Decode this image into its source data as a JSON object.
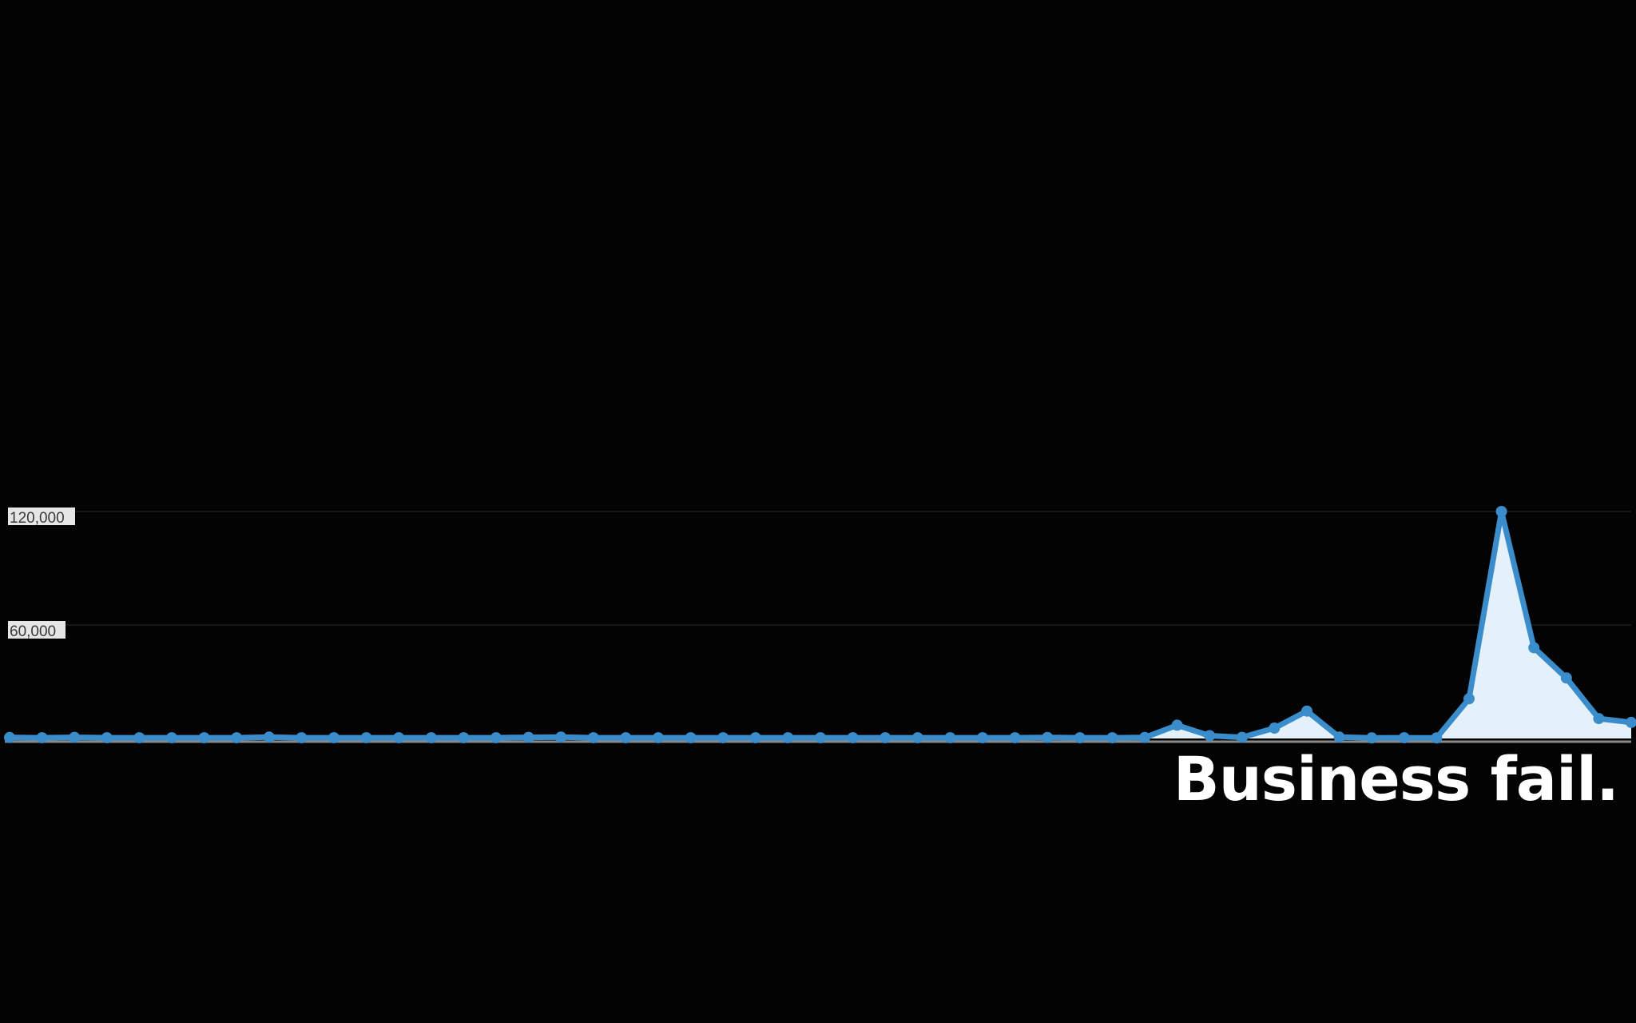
{
  "caption": "Business fail.",
  "chart_data": {
    "type": "area",
    "title": "",
    "xlabel": "",
    "ylabel": "",
    "y_ticks": [
      {
        "value": 60000,
        "label": "60,000"
      },
      {
        "value": 120000,
        "label": "120,000"
      }
    ],
    "ylim": [
      0,
      120000
    ],
    "grid": true,
    "legend": "none",
    "values": [
      500,
      400,
      600,
      400,
      400,
      400,
      400,
      400,
      700,
      400,
      400,
      400,
      400,
      400,
      400,
      400,
      600,
      700,
      400,
      400,
      400,
      400,
      400,
      400,
      400,
      400,
      400,
      400,
      400,
      400,
      400,
      400,
      500,
      400,
      400,
      500,
      7000,
      1500,
      600,
      5500,
      14500,
      700,
      300,
      400,
      300,
      21000,
      120000,
      48000,
      32000,
      10500,
      8500
    ],
    "colors": {
      "line": "#3a8dca",
      "fill": "#e4f1fb",
      "axis": "#8a8a8a",
      "grid": "#cfe0ec",
      "background": "#030304"
    }
  }
}
